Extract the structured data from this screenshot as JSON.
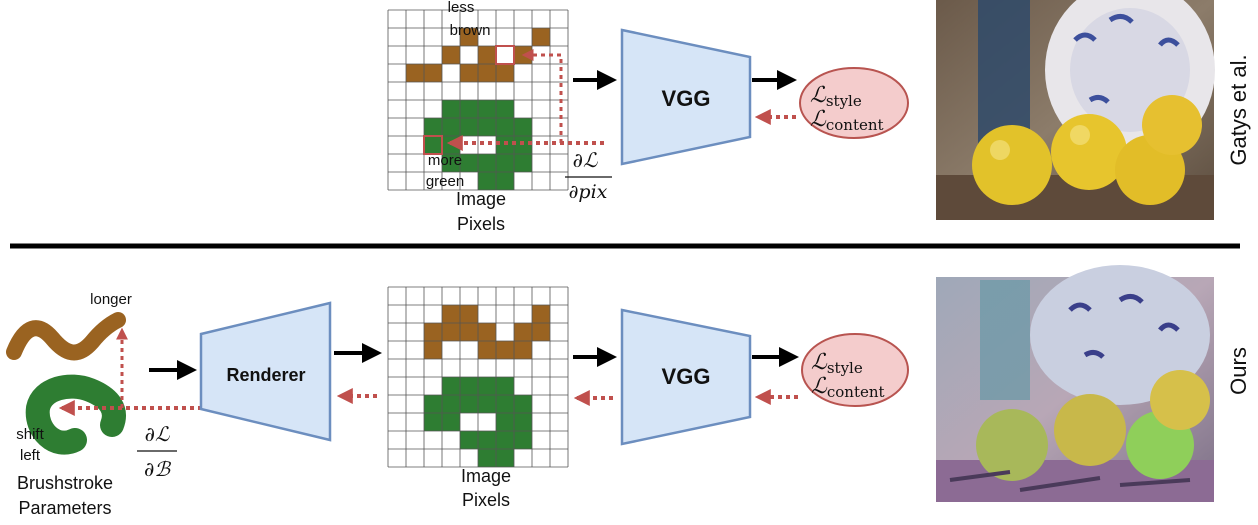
{
  "top": {
    "grid_labels": {
      "less_brown": [
        "less",
        "brown"
      ],
      "more_green": [
        "more",
        "green"
      ]
    },
    "image_pixels": [
      "Image",
      "Pixels"
    ],
    "vgg_label": "VGG",
    "loss": {
      "script": "ℒ",
      "style_sub": "style",
      "content_sub": "content"
    },
    "gradient": {
      "numerator": "∂ℒ",
      "denominator": "∂pix"
    },
    "side_label": "Gatys et al."
  },
  "bottom": {
    "longer_label": "longer",
    "shift_left_label": [
      "shift",
      "left"
    ],
    "brushstroke_params": [
      "Brushstroke",
      "Parameters"
    ],
    "renderer_label": "Renderer",
    "gradient": {
      "numerator": "∂ℒ",
      "denominator": "∂ℬ"
    },
    "image_pixels": [
      "Image",
      "Pixels"
    ],
    "vgg_label": "VGG",
    "loss": {
      "script": "ℒ",
      "style_sub": "style",
      "content_sub": "content"
    },
    "side_label": "Ours"
  },
  "colors": {
    "brown": "#9a6321",
    "green": "#2e7d32",
    "box_fill": "#d6e5f7",
    "box_stroke": "#6c8ebf",
    "loss_fill": "#f4cccc",
    "loss_stroke": "#b85450",
    "grad_arrow": "#c0504d"
  }
}
